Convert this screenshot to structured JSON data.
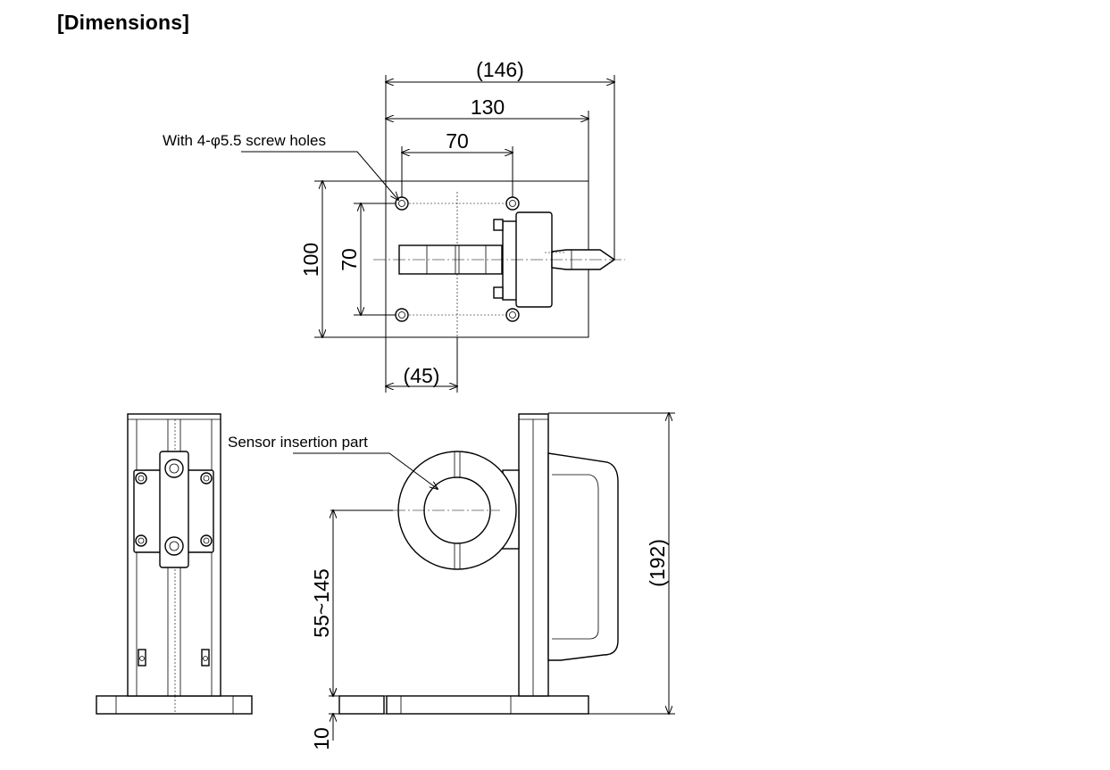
{
  "page": {
    "heading": "[Dimensions]"
  },
  "top_view": {
    "dim_overall": "(146)",
    "dim_plate_width": "130",
    "dim_hole_spacing_x": "70",
    "dim_plate_height": "100",
    "dim_hole_spacing_y": "70",
    "dim_offset": "(45)",
    "note_screw_holes": "With 4-φ5.5 screw holes"
  },
  "side_view": {
    "note_sensor": "Sensor insertion part",
    "dim_height": "(192)",
    "dim_range": "55~145",
    "dim_base": "10"
  },
  "colors": {
    "line": "#000000",
    "background": "#ffffff"
  }
}
